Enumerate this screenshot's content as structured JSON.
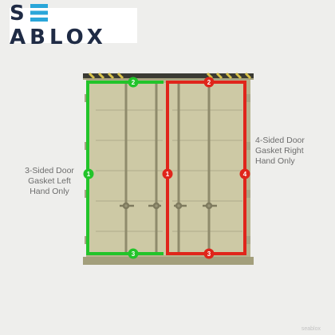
{
  "brand": {
    "name": "SEABLOX",
    "logo_rest": "ABLOX",
    "logo_first": "S"
  },
  "labels": {
    "left": "3-Sided Door\nGasket Left\nHand Only",
    "right": "4-Sided Door\nGasket Right\nHand Only"
  },
  "left_markers": [
    "1",
    "2",
    "3"
  ],
  "right_markers": [
    "1",
    "2",
    "3",
    "4"
  ],
  "colors": {
    "left_gasket": "#22c42a",
    "right_gasket": "#e0251b",
    "container": "#c8c49e",
    "brand": "#1f2b45"
  },
  "watermark": "seablox"
}
